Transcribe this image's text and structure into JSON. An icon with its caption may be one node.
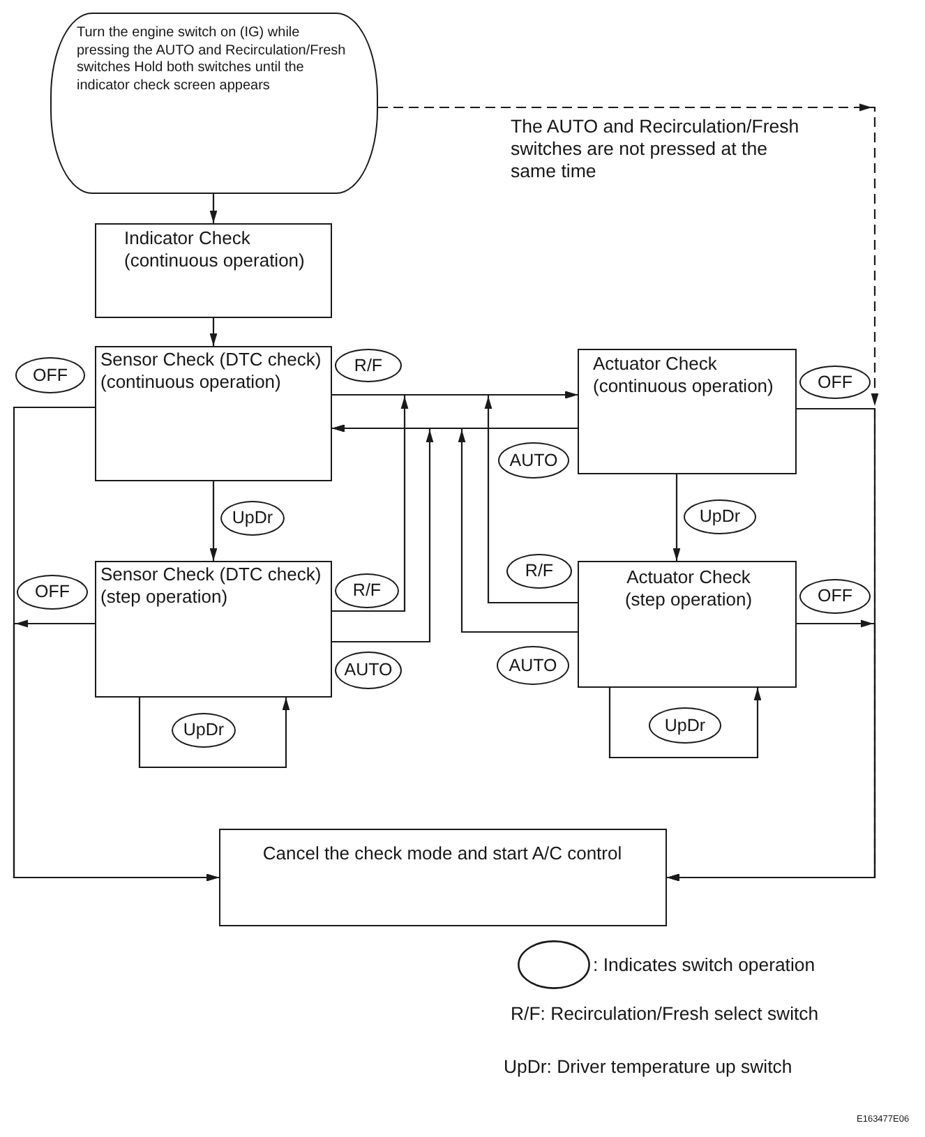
{
  "diagram": {
    "nodes": [
      {
        "text": [
          "Turn the engine switch on (IG) while pressing the AUTO and Recirculation/Fresh switches Hold both switches until the indicator check screen appears"
        ]
      },
      {
        "text": [
          "Indicator Check (continuous operation)"
        ]
      },
      {
        "text": [
          "Sensor Check (DTC check) (continuous operation)"
        ]
      },
      {
        "text": [
          "Actuator Check (continuous operation)"
        ]
      },
      {
        "text": [
          "Sensor Check (DTC check) (step operation)"
        ]
      },
      {
        "text": [
          "Actuator Check (step operation)"
        ]
      },
      {
        "text": [
          "Cancel the check mode and start A/C control"
        ]
      }
    ],
    "edges": [
      {
        "from": 0,
        "to": 1,
        "arrow": "to"
      },
      {
        "from": 1,
        "to": 2,
        "arrow": "to"
      },
      {
        "from": 2,
        "to": 6,
        "arrow": "to",
        "label": "OFF"
      },
      {
        "from": 2,
        "to": 3,
        "arrow": "to",
        "label": "R/F"
      },
      {
        "from": 3,
        "to": 2,
        "arrow": "to",
        "label": "AUTO"
      },
      {
        "from": 2,
        "to": 4,
        "arrow": "to",
        "label": "UpDr"
      },
      {
        "from": 3,
        "to": 5,
        "arrow": "to",
        "label": "UpDr"
      },
      {
        "from": 3,
        "to": 6,
        "arrow": "to",
        "label": "OFF"
      },
      {
        "from": 0,
        "to": 6,
        "arrow": "to",
        "style": "dashed",
        "label": "The AUTO and Recirculation/Fresh switches are not pressed at the same time"
      },
      {
        "from": 4,
        "to": 6,
        "arrow": "to",
        "label": "OFF"
      },
      {
        "from": 4,
        "to": 3,
        "arrow": "to",
        "label": "R/F"
      },
      {
        "from": 4,
        "to": 2,
        "arrow": "to",
        "label": "AUTO"
      },
      {
        "from": 4,
        "to": 4,
        "arrow": "to",
        "label": "UpDr"
      },
      {
        "from": 5,
        "to": 3,
        "arrow": "to",
        "label": "R/F"
      },
      {
        "from": 5,
        "to": 2,
        "arrow": "to",
        "label": "AUTO"
      },
      {
        "from": 5,
        "to": 6,
        "arrow": "to",
        "label": "OFF"
      },
      {
        "from": 5,
        "to": 5,
        "arrow": "to",
        "label": "UpDr"
      }
    ],
    "labels": [
      "R/F: Recirculation/Fresh select switch",
      "UpDr: Driver temperature up switch",
      "E163477E06"
    ],
    "legend": [
      {
        "text": ": Indicates switch operation"
      }
    ]
  }
}
